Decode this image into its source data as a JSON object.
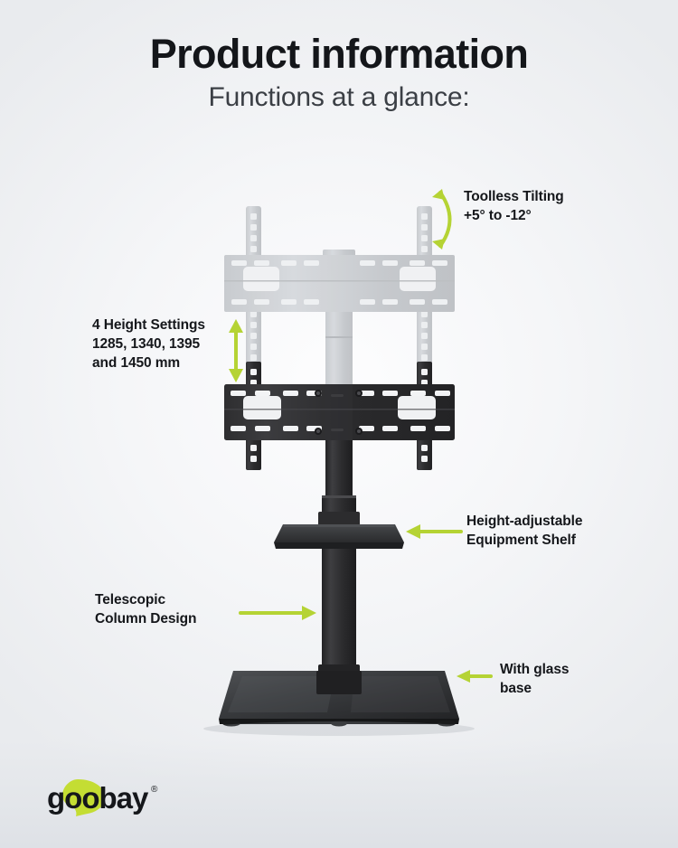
{
  "header": {
    "title": "Product information",
    "subtitle": "Functions at a glance:"
  },
  "annotations": {
    "tilting": {
      "label": "Toolless Tilting\n+5° to -12°",
      "arrow_icon": "curved-double-arrow-icon"
    },
    "height_settings": {
      "label": "4 Height Settings\n1285, 1340, 1395\nand 1450 mm",
      "arrow_icon": "vertical-double-arrow-icon"
    },
    "shelf": {
      "label": "Height-adjustable\nEquipment Shelf",
      "arrow_icon": "arrow-left-icon"
    },
    "column": {
      "label": "Telescopic\nColumn Design",
      "arrow_icon": "arrow-right-icon"
    },
    "glass_base": {
      "label": "With glass\nbase",
      "arrow_icon": "arrow-left-icon"
    }
  },
  "logo": {
    "text": "goobay",
    "registered_mark": "®",
    "blob_icon": "speech-bubble-blob-icon"
  },
  "colors": {
    "accent_green": "#b5d334",
    "text_dark": "#15171b",
    "subtitle_gray": "#3b3f45",
    "background_light": "#f5f6f8",
    "background_edge": "#e9ebee",
    "product_black": "#2b2b2d",
    "product_ghost": "#c9ccd0"
  },
  "product": {
    "name": "tv-floor-stand",
    "parts": [
      "ghost-mount-bracket",
      "black-mount-bracket",
      "vertical-rails",
      "telescopic-column",
      "equipment-shelf",
      "glass-base"
    ]
  }
}
